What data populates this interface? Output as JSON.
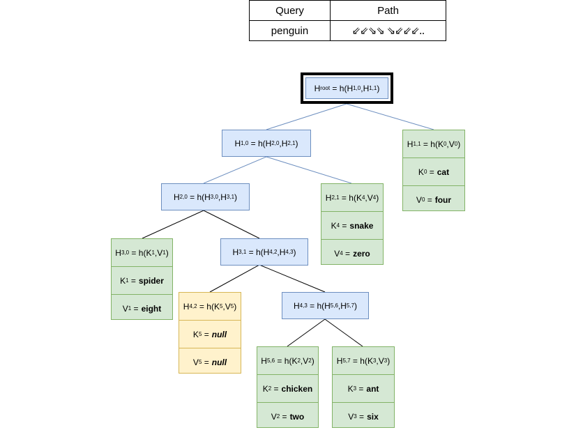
{
  "query_table": {
    "headers": [
      "Query",
      "Path"
    ],
    "row": {
      "query": "penguin",
      "path": "⇙⇙⇘⇘ ⇘⇙⇙⇙.."
    }
  },
  "nodes": {
    "root": {
      "label": "H",
      "sub": "root",
      "formula": " = h(H",
      "a": "1,0",
      "b": "1,1"
    },
    "h10": {
      "label": "H",
      "sub": "1,0",
      "a": "2,0",
      "b": "2,1"
    },
    "h11": {
      "label": "H",
      "sub": "1,1",
      "k": "0",
      "v": "0",
      "key": "cat",
      "value": "four"
    },
    "h20": {
      "label": "H",
      "sub": "2,0",
      "a": "3,0",
      "b": "3,1"
    },
    "h21": {
      "label": "H",
      "sub": "2,1",
      "k": "4",
      "v": "4",
      "key": "snake",
      "value": "zero"
    },
    "h30": {
      "label": "H",
      "sub": "3,0",
      "k": "1",
      "v": "1",
      "key": "spider",
      "value": "eight"
    },
    "h31": {
      "label": "H",
      "sub": "3,1",
      "a": "4,2",
      "b": "4,3"
    },
    "h42": {
      "label": "H",
      "sub": "4,2",
      "k": "5",
      "v": "5",
      "key": "null",
      "value": "null"
    },
    "h43": {
      "label": "H",
      "sub": "4,3",
      "a": "5,6",
      "b": "5,7"
    },
    "h56": {
      "label": "H",
      "sub": "5,6",
      "k": "2",
      "v": "2",
      "key": "chicken",
      "value": "two"
    },
    "h57": {
      "label": "H",
      "sub": "5,7",
      "k": "3",
      "v": "3",
      "key": "ant",
      "value": "six"
    }
  },
  "colors": {
    "internal_fill": "#dae8fc",
    "internal_stroke": "#6c8ebf",
    "leaf_fill": "#d5e8d4",
    "leaf_stroke": "#82b366",
    "empty_fill": "#fff2cc",
    "empty_stroke": "#d6b656",
    "edge_blue": "#6c8ebf",
    "edge_black": "#000000"
  }
}
